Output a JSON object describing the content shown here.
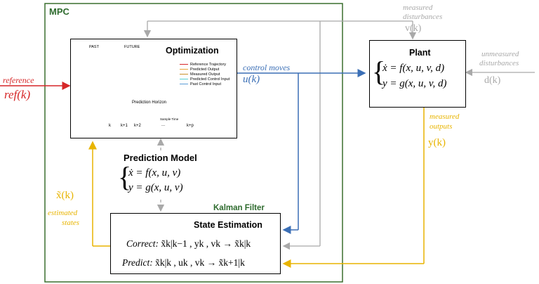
{
  "colors": {
    "mpc_border": "#3a6e2e",
    "mpc_title": "#2e6b2e",
    "reference": "#d62728",
    "control": "#3b6fb6",
    "measured": "#e8b400",
    "disturbance": "#a9a9a9",
    "estimated": "#e8b400",
    "reference_trajectory": "#d62728",
    "predicted_output": "#e8a33a",
    "measured_output": "#c8902a",
    "predicted_control": "#56d0d0",
    "past_control": "#5a9cd6"
  },
  "mpc": {
    "title": "MPC"
  },
  "optimization": {
    "title": "Optimization",
    "past": "PAST",
    "future": "FUTURE",
    "legend": [
      "Reference Trajectory",
      "Predicted Output",
      "Measured Output",
      "Predicted Control Input",
      "Past Control Input"
    ],
    "horizon": "Prediction Horizon",
    "sample_time": "Sample Time",
    "ticks": [
      "k",
      "k+1",
      "k+2",
      "...",
      "k+p"
    ]
  },
  "prediction_model": {
    "title": "Prediction Model",
    "eq1": "ẋ = f(x, u, v)",
    "eq2": "y = g(x, u, v)"
  },
  "kalman": {
    "title": "Kalman Filter"
  },
  "state_estimation": {
    "title": "State Estimation",
    "correct_label": "Correct:",
    "correct_expr": "x̃k|k−1 , yk , vk  →  x̃k|k",
    "predict_label": "Predict:",
    "predict_expr": "x̃k|k , uk , vk  →  x̃k+1|k"
  },
  "plant": {
    "title": "Plant",
    "eq1": "ẋ = f(x, u, v, d)",
    "eq2": "y = g(x, u, v, d)"
  },
  "signals": {
    "reference": "reference",
    "reference_symbol": "ref(k)",
    "control_moves": "control moves",
    "control_symbol": "u(k)",
    "measured_disturbances": [
      "measured",
      "disturbances"
    ],
    "measured_disturbances_symbol": "v(k)",
    "unmeasured_disturbances": [
      "unmeasured",
      "disturbances"
    ],
    "unmeasured_disturbances_symbol": "d(k)",
    "measured_outputs": [
      "measured",
      "outputs"
    ],
    "measured_outputs_symbol": "y(k)",
    "estimated_states": [
      "estimated",
      "states"
    ],
    "estimated_symbol": "x̃(k)"
  }
}
